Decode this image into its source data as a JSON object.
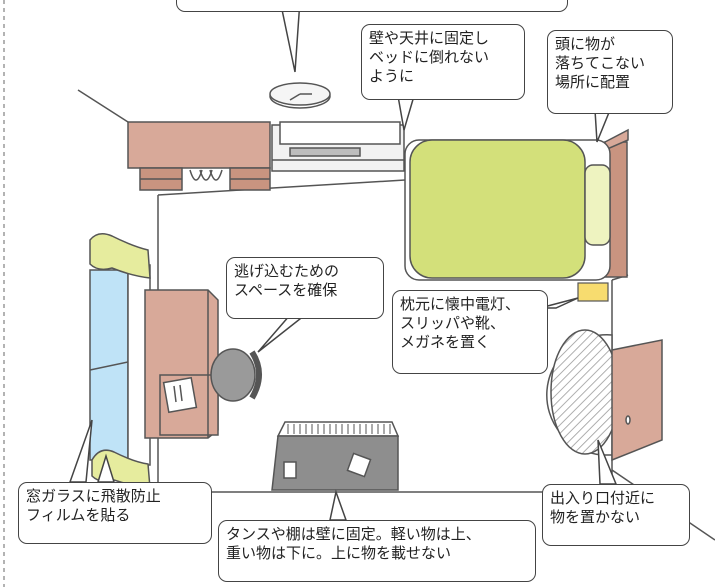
{
  "callouts": {
    "fix_wall": {
      "lines": [
        "壁や天井に固定し",
        "ベッドに倒れない",
        "ように"
      ]
    },
    "head_safe": {
      "lines": [
        "頭に物が",
        "落ちてこない",
        "場所に配置"
      ]
    },
    "escape_space": {
      "lines": [
        "逃げ込むための",
        "スペースを確保"
      ]
    },
    "bedside": {
      "lines": [
        "枕元に懐中電灯、",
        "スリッパや靴、",
        "メガネを置く"
      ]
    },
    "window": {
      "lines": [
        "窓ガラスに飛散防止",
        "フィルムを貼る"
      ]
    },
    "exit": {
      "lines": [
        "出入り口付近に",
        "物を置かない"
      ]
    },
    "furniture": {
      "lines": [
        "タンスや棚は壁に固定。軽い物は上、",
        "重い物は下に。上に物を載せない"
      ]
    }
  },
  "colors": {
    "bed_mattress": "#d3e07a",
    "pillow": "#eef3c0",
    "wood": "#d8a999",
    "wood_dark": "#c99480",
    "glass": "#bfe3f7",
    "curtain": "#e6ec9e",
    "chair": "#9a9a9a",
    "chest": "#8e8e8e",
    "flashlight": "#f7dc6f",
    "outline": "#555555"
  }
}
